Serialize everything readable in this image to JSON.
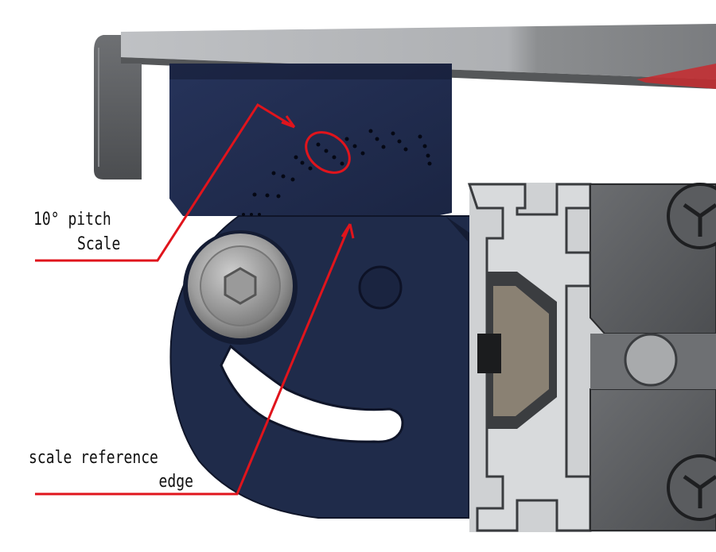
{
  "annotations": {
    "pitch_scale": {
      "line1": "10° pitch",
      "line2": "Scale"
    },
    "reference_edge": {
      "line1": "scale reference",
      "line2": "edge"
    }
  },
  "colors": {
    "bracket_navy": "#1f2b4a",
    "bracket_shadow": "#141c33",
    "rail_steel": "#b8babd",
    "extrusion_aluminum": "#d6d8da",
    "dark_block": "#5c5e61",
    "annotation_red": "#e0141c",
    "hole_white": "#ffffff"
  }
}
